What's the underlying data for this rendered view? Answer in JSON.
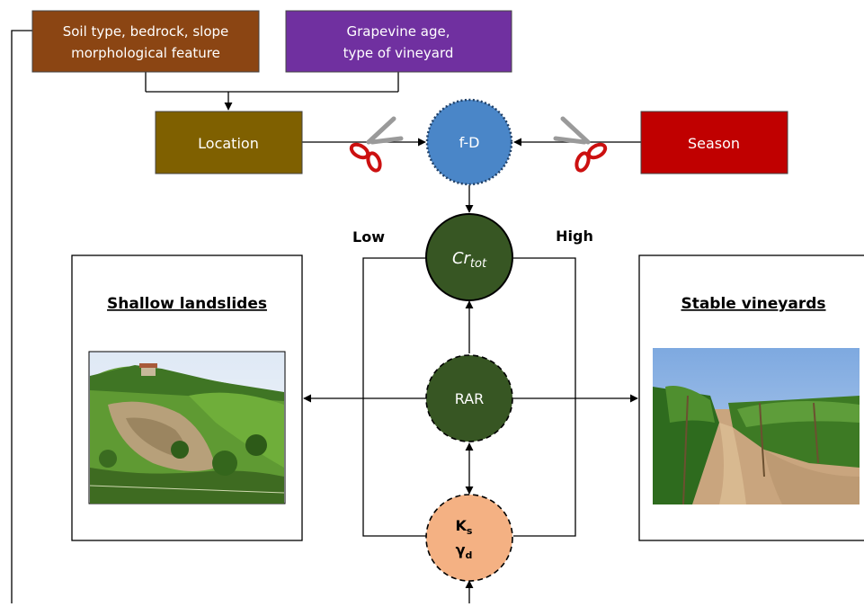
{
  "boxes": {
    "soil": {
      "line1": "Soil type, bedrock, slope",
      "line2": "morphological feature",
      "color": "#8B4513"
    },
    "grapevine": {
      "line1": "Grapevine age,",
      "line2": "type of vineyard",
      "color": "#7030A0"
    },
    "location": {
      "label": "Location",
      "color": "#7F6000"
    },
    "season": {
      "label": "Season",
      "color": "#C00000"
    }
  },
  "nodes": {
    "fd": {
      "label": "f-D",
      "color": "#4A86C8"
    },
    "cr": {
      "main": "Cr",
      "sub": "tot",
      "color": "#375623"
    },
    "rar": {
      "label": "RAR",
      "color": "#375623"
    },
    "ks": {
      "k": "K",
      "k_sub": "s",
      "y": "γ",
      "y_sub": "d",
      "color": "#F4B183"
    }
  },
  "labels": {
    "low": "Low",
    "high": "High"
  },
  "panels": {
    "left": {
      "title": "Shallow landslides"
    },
    "right": {
      "title": "Stable vineyards"
    }
  }
}
